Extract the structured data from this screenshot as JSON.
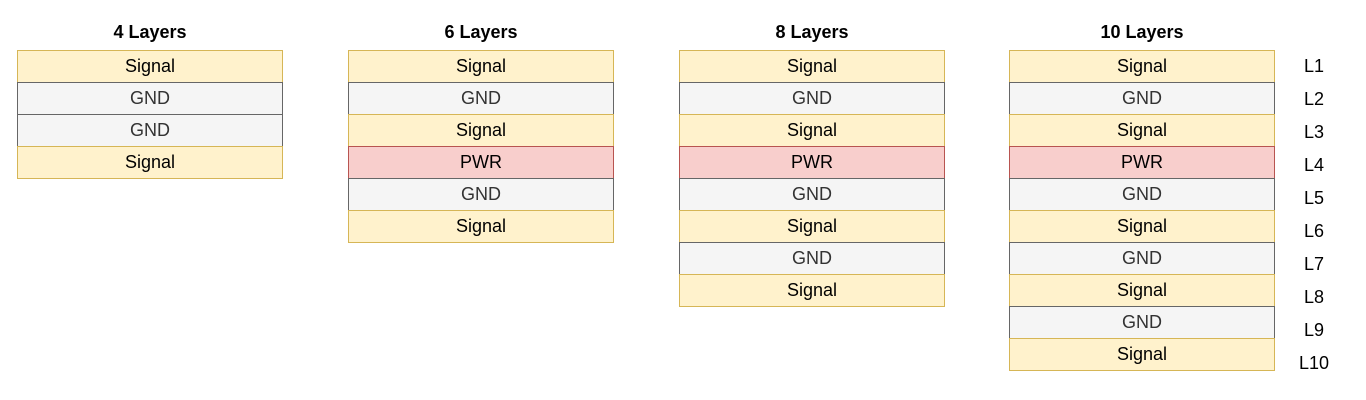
{
  "stacks": [
    {
      "title": "4 Layers",
      "layers": [
        "Signal",
        "GND",
        "GND",
        "Signal"
      ]
    },
    {
      "title": "6 Layers",
      "layers": [
        "Signal",
        "GND",
        "Signal",
        "PWR",
        "GND",
        "Signal"
      ]
    },
    {
      "title": "8 Layers",
      "layers": [
        "Signal",
        "GND",
        "Signal",
        "PWR",
        "GND",
        "Signal",
        "GND",
        "Signal"
      ]
    },
    {
      "title": "10 Layers",
      "layers": [
        "Signal",
        "GND",
        "Signal",
        "PWR",
        "GND",
        "Signal",
        "GND",
        "Signal",
        "GND",
        "Signal"
      ]
    }
  ],
  "layer_labels": [
    "L1",
    "L2",
    "L3",
    "L4",
    "L5",
    "L6",
    "L7",
    "L8",
    "L9",
    "L10"
  ],
  "colors": {
    "signal_fill": "#fff2cc",
    "signal_border": "#d6b656",
    "gnd_fill": "#f5f5f5",
    "gnd_border": "#666666",
    "pwr_fill": "#f8cecc",
    "pwr_border": "#b85450"
  }
}
